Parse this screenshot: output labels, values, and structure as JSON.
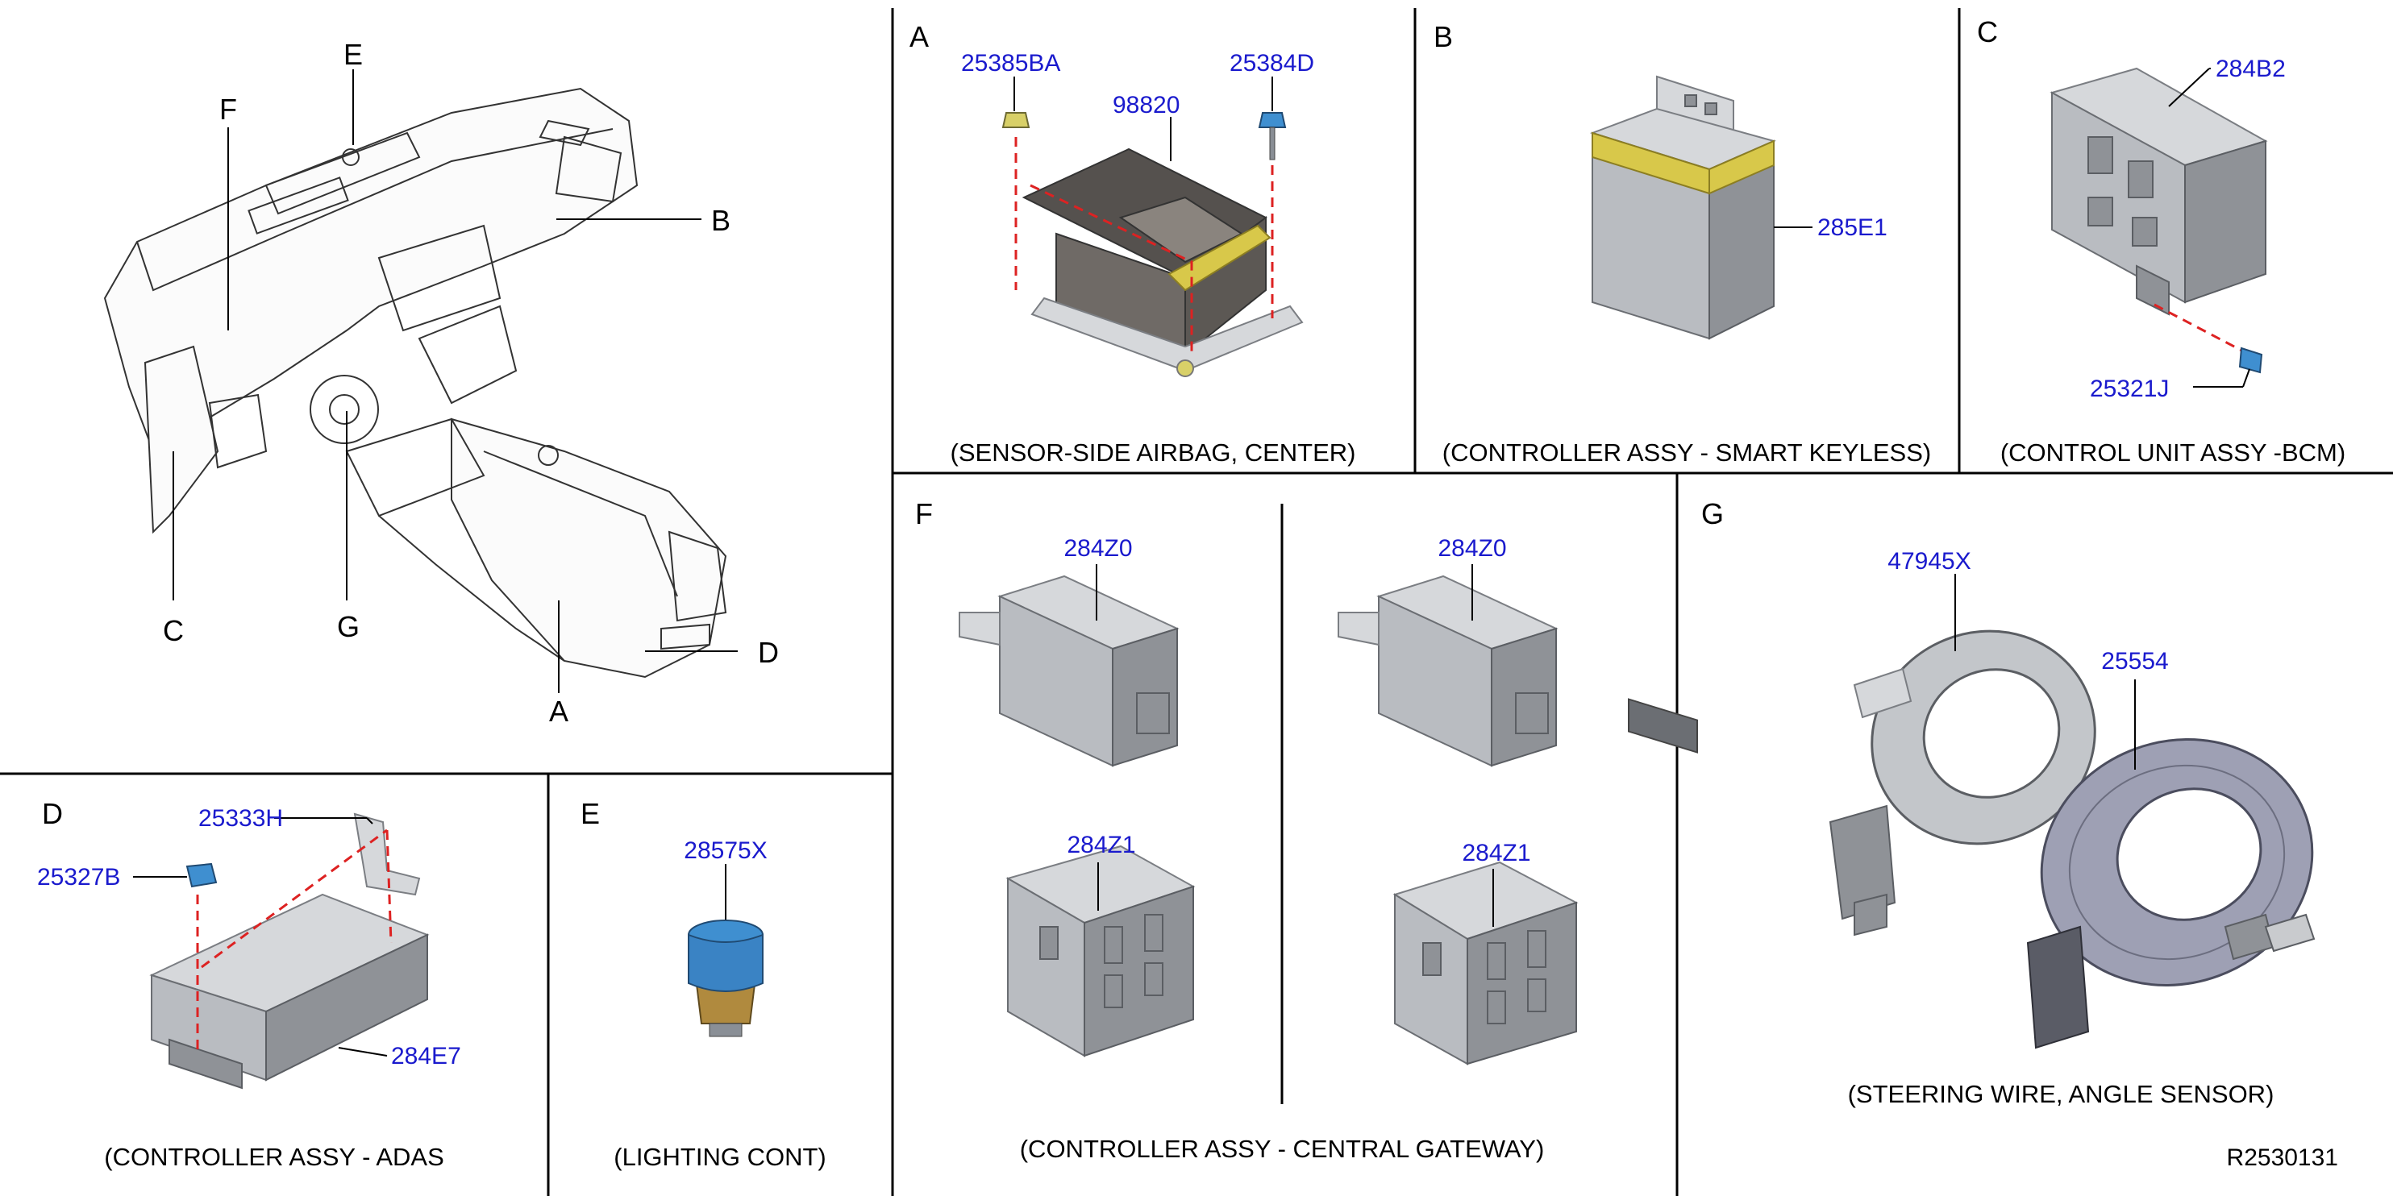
{
  "overview": {
    "callouts": {
      "A": "A",
      "B": "B",
      "C": "C",
      "D": "D",
      "E": "E",
      "F": "F",
      "G": "G"
    }
  },
  "panels": {
    "A": {
      "letter": "A",
      "caption": "(SENSOR-SIDE AIRBAG, CENTER)",
      "parts": [
        "25385BA",
        "98820",
        "25384D"
      ]
    },
    "B": {
      "letter": "B",
      "caption": "(CONTROLLER ASSY - SMART KEYLESS)",
      "parts": [
        "285E1"
      ]
    },
    "C": {
      "letter": "C",
      "caption": "(CONTROL UNIT ASSY -BCM)",
      "parts": [
        "284B2",
        "25321J"
      ]
    },
    "D": {
      "letter": "D",
      "caption": "(CONTROLLER ASSY - ADAS",
      "parts": [
        "25333H",
        "25327B",
        "284E7"
      ]
    },
    "E": {
      "letter": "E",
      "caption": "(LIGHTING CONT)",
      "parts": [
        "28575X"
      ]
    },
    "F": {
      "letter": "F",
      "caption": "(CONTROLLER ASSY - CENTRAL GATEWAY)",
      "parts": [
        "284Z0",
        "284Z1",
        "284Z0",
        "284Z1"
      ]
    },
    "G": {
      "letter": "G",
      "caption": "(STEERING WIRE, ANGLE SENSOR)",
      "parts": [
        "47945X",
        "25554"
      ]
    }
  },
  "reference": "R2530131",
  "colors": {
    "part_number": "#1a1acd",
    "dashed_line": "#dd2222",
    "airbag_body": "#6f6a66",
    "yellow_label": "#d8c84a",
    "blue_part": "#3f8fd0"
  }
}
